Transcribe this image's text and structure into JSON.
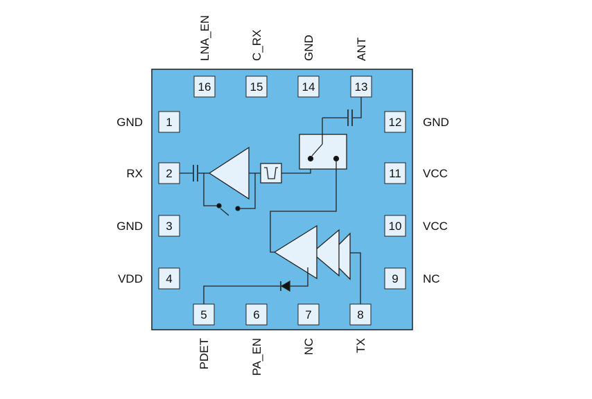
{
  "colors": {
    "chip_fill": "#6bbbe8",
    "chip_stroke": "#222222",
    "pad_fill": "#e6f2fb",
    "component_fill": "#e6f2fb",
    "wire": "#222222"
  },
  "pins": {
    "p1": {
      "number": "1",
      "name": "GND"
    },
    "p2": {
      "number": "2",
      "name": "RX"
    },
    "p3": {
      "number": "3",
      "name": "GND"
    },
    "p4": {
      "number": "4",
      "name": "VDD"
    },
    "p5": {
      "number": "5",
      "name": "PDET"
    },
    "p6": {
      "number": "6",
      "name": "PA_EN"
    },
    "p7": {
      "number": "7",
      "name": "NC"
    },
    "p8": {
      "number": "8",
      "name": "TX"
    },
    "p9": {
      "number": "9",
      "name": "NC"
    },
    "p10": {
      "number": "10",
      "name": "VCC"
    },
    "p11": {
      "number": "11",
      "name": "VCC"
    },
    "p12": {
      "number": "12",
      "name": "GND"
    },
    "p13": {
      "number": "13",
      "name": "ANT"
    },
    "p14": {
      "number": "14",
      "name": "GND"
    },
    "p15": {
      "number": "15",
      "name": "C_RX"
    },
    "p16": {
      "number": "16",
      "name": "LNA_EN"
    }
  },
  "components": [
    "dc-block-capacitor-rx",
    "low-noise-amplifier",
    "bypass-switch",
    "band-pass-filter",
    "antenna-switch",
    "dc-block-capacitor-ant",
    "power-amplifier",
    "power-detector-diode"
  ]
}
